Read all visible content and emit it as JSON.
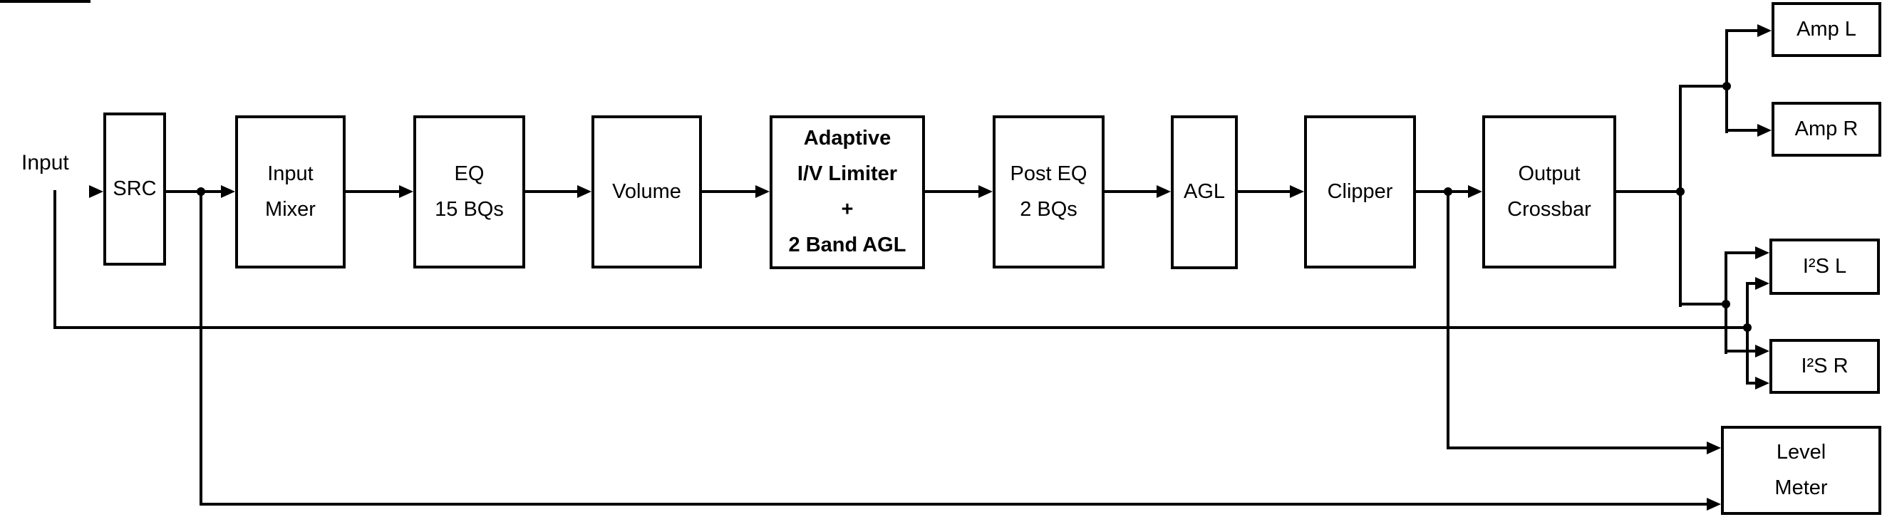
{
  "diagram": {
    "type": "block-diagram",
    "description": "Audio signal processing chain",
    "colors": {
      "line": "#000000",
      "background": "#ffffff",
      "text": "#000000"
    },
    "input_label": "Input",
    "nodes": {
      "src": {
        "label": "SRC"
      },
      "input_mixer": {
        "label": "Input\nMixer"
      },
      "eq": {
        "label": "EQ\n15 BQs"
      },
      "volume": {
        "label": "Volume"
      },
      "adaptive": {
        "label": "Adaptive\nI/V Limiter\n+\n2 Band AGL",
        "bold": true
      },
      "post_eq": {
        "label": "Post EQ\n2 BQs"
      },
      "agl": {
        "label": "AGL"
      },
      "clipper": {
        "label": "Clipper"
      },
      "crossbar": {
        "label": "Output\nCrossbar"
      },
      "amp_l": {
        "label": "Amp L"
      },
      "amp_r": {
        "label": "Amp R"
      },
      "i2s_l": {
        "label": "I²S L"
      },
      "i2s_r": {
        "label": "I²S R"
      },
      "level_meter": {
        "label": "Level\nMeter"
      }
    },
    "edges": [
      "Input -> SRC",
      "Input -> I2S L (bypass)",
      "Input -> I2S R (bypass)",
      "SRC -> Input Mixer",
      "SRC -> Level Meter",
      "Input Mixer -> EQ 15 BQs",
      "EQ 15 BQs -> Volume",
      "Volume -> Adaptive I/V Limiter + 2 Band AGL",
      "Adaptive I/V Limiter + 2 Band AGL -> Post EQ 2 BQs",
      "Post EQ 2 BQs -> AGL",
      "AGL -> Clipper",
      "Clipper -> Output Crossbar",
      "Clipper -> Level Meter",
      "Output Crossbar -> Amp L",
      "Output Crossbar -> Amp R",
      "Output Crossbar -> I2S L",
      "Output Crossbar -> I2S R"
    ]
  }
}
